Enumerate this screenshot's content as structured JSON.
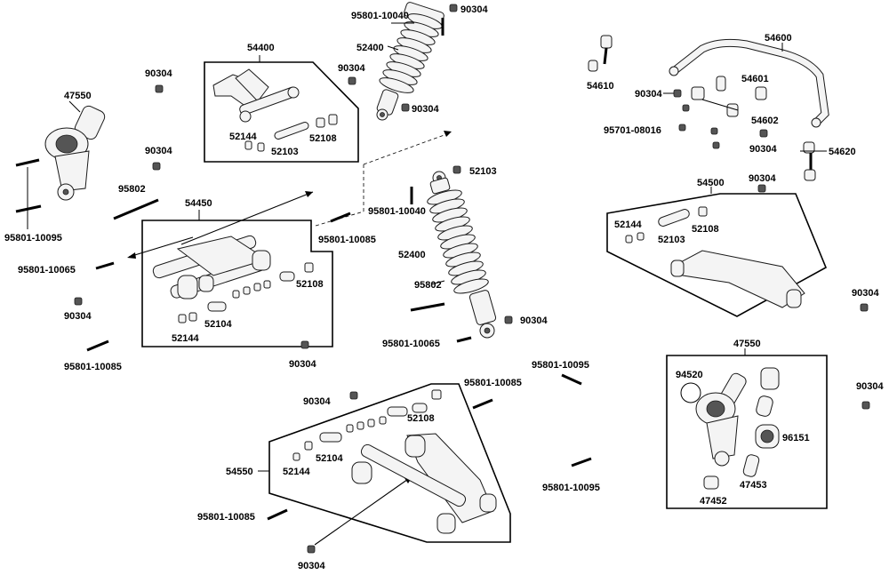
{
  "callouts": {
    "c01": "95801-10040",
    "c02": "90304",
    "c03": "52400",
    "c04": "54400",
    "c05": "90304",
    "c06": "90304",
    "c07": "52144",
    "c08": "52103",
    "c09": "52108",
    "c10": "47550",
    "c11": "90304",
    "c12": "90304",
    "c13": "95802",
    "c14": "54450",
    "c15": "95801-10095",
    "c16": "95801-10065",
    "c17": "90304",
    "c18": "52108",
    "c19": "52144",
    "c20": "52104",
    "c21": "95801-10085",
    "c22": "90304",
    "c23": "52103",
    "c24": "95801-10040",
    "c25": "95801-10085",
    "c26": "52400",
    "c27": "95802",
    "c28": "90304",
    "c29": "95801-10065",
    "c30": "54600",
    "c31": "54610",
    "c32": "54601",
    "c33": "90304",
    "c34": "54602",
    "c35": "95701-08016",
    "c36": "90304",
    "c37": "54620",
    "c38": "90304",
    "c39": "54500",
    "c40": "52144",
    "c41": "52103",
    "c42": "52108",
    "c43": "90304",
    "c44": "47550",
    "c45": "94520",
    "c46": "96151",
    "c47": "47452",
    "c48": "47453",
    "c49": "90304",
    "c50": "95801-10095",
    "c51": "95801-10085",
    "c52": "90304",
    "c53": "52108",
    "c54": "54550",
    "c55": "52144",
    "c56": "52104",
    "c57": "95801-10085",
    "c58": "95801-10095",
    "c59": "90304"
  }
}
